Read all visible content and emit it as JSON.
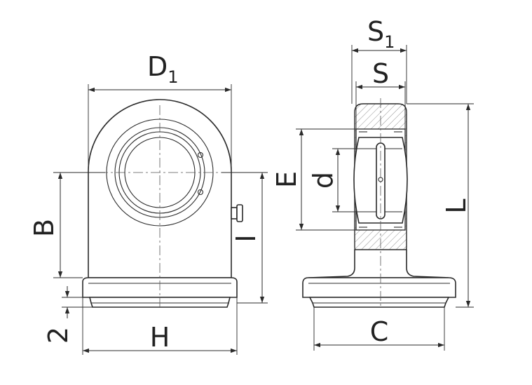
{
  "labels": {
    "D": "D",
    "D_sub": "1",
    "S1": "S",
    "S1_sub": "1",
    "S": "S",
    "E": "E",
    "d": "d",
    "L": "L",
    "B": "B",
    "I": "I",
    "two": "2",
    "H": "H",
    "C": "C"
  }
}
